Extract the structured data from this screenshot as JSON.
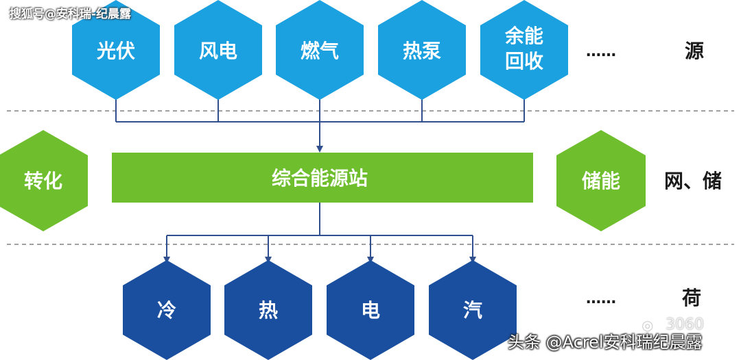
{
  "watermark_top": "搜狐号@安科瑞-纪晨露",
  "watermark_bottom": "头条 @Acrel安科瑞纪晨露",
  "watermark_number": "3060",
  "colors": {
    "source_blue": "#1ba0e0",
    "conversion_green": "#6ebe2d",
    "load_navy": "#1a4e9e",
    "connector": "#2f4f8f",
    "divider": "#a0a0a0"
  },
  "source_row": {
    "items": [
      "光伏",
      "风电",
      "燃气",
      "热泵",
      "余能回收"
    ],
    "ellipsis": "……",
    "label": "源"
  },
  "middle_row": {
    "left_hex": "转化",
    "station": "综合能源站",
    "right_hex": "储能",
    "label": "网、储"
  },
  "load_row": {
    "items": [
      "冷",
      "热",
      "电",
      "汽"
    ],
    "ellipsis": "……",
    "label": "荷"
  }
}
